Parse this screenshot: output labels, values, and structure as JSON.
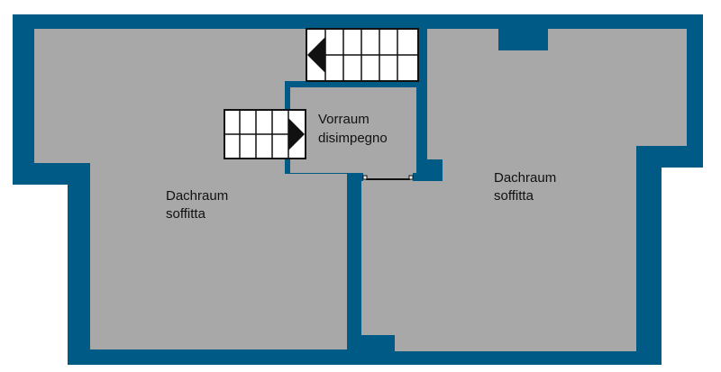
{
  "colors": {
    "wall": "#005a86",
    "floor": "#a8a8a8",
    "background": "#ffffff",
    "stair_fill": "#ffffff",
    "stair_line": "#111111",
    "text": "#111111"
  },
  "rooms": {
    "left": {
      "line1": "Dachraum",
      "line2": "soffitta"
    },
    "vestibule": {
      "line1": "Vorraum",
      "line2": "disimpegno"
    },
    "right": {
      "line1": "Dachraum",
      "line2": "soffitta"
    }
  },
  "stairs": {
    "upper": {
      "arrow": "left-arrow-icon"
    },
    "lower": {
      "arrow": "right-arrow-icon"
    }
  }
}
